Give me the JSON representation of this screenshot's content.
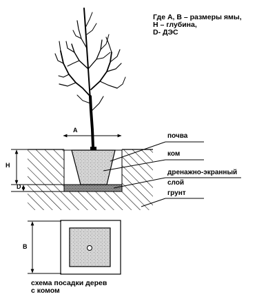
{
  "legend": {
    "line1": "Где А, В – размеры ямы,",
    "line2": "Н – глубина,",
    "line3": "D- ДЭС"
  },
  "labels": {
    "a": "A",
    "h": "H",
    "d": "D",
    "b": "B",
    "soil": "почва",
    "root_ball": "ком",
    "drain_line1": "дренажно-экранный",
    "drain_line2": "слой",
    "ground": "грунт"
  },
  "caption": {
    "line1": "схема посадки дерев",
    "line2": "с комом"
  }
}
